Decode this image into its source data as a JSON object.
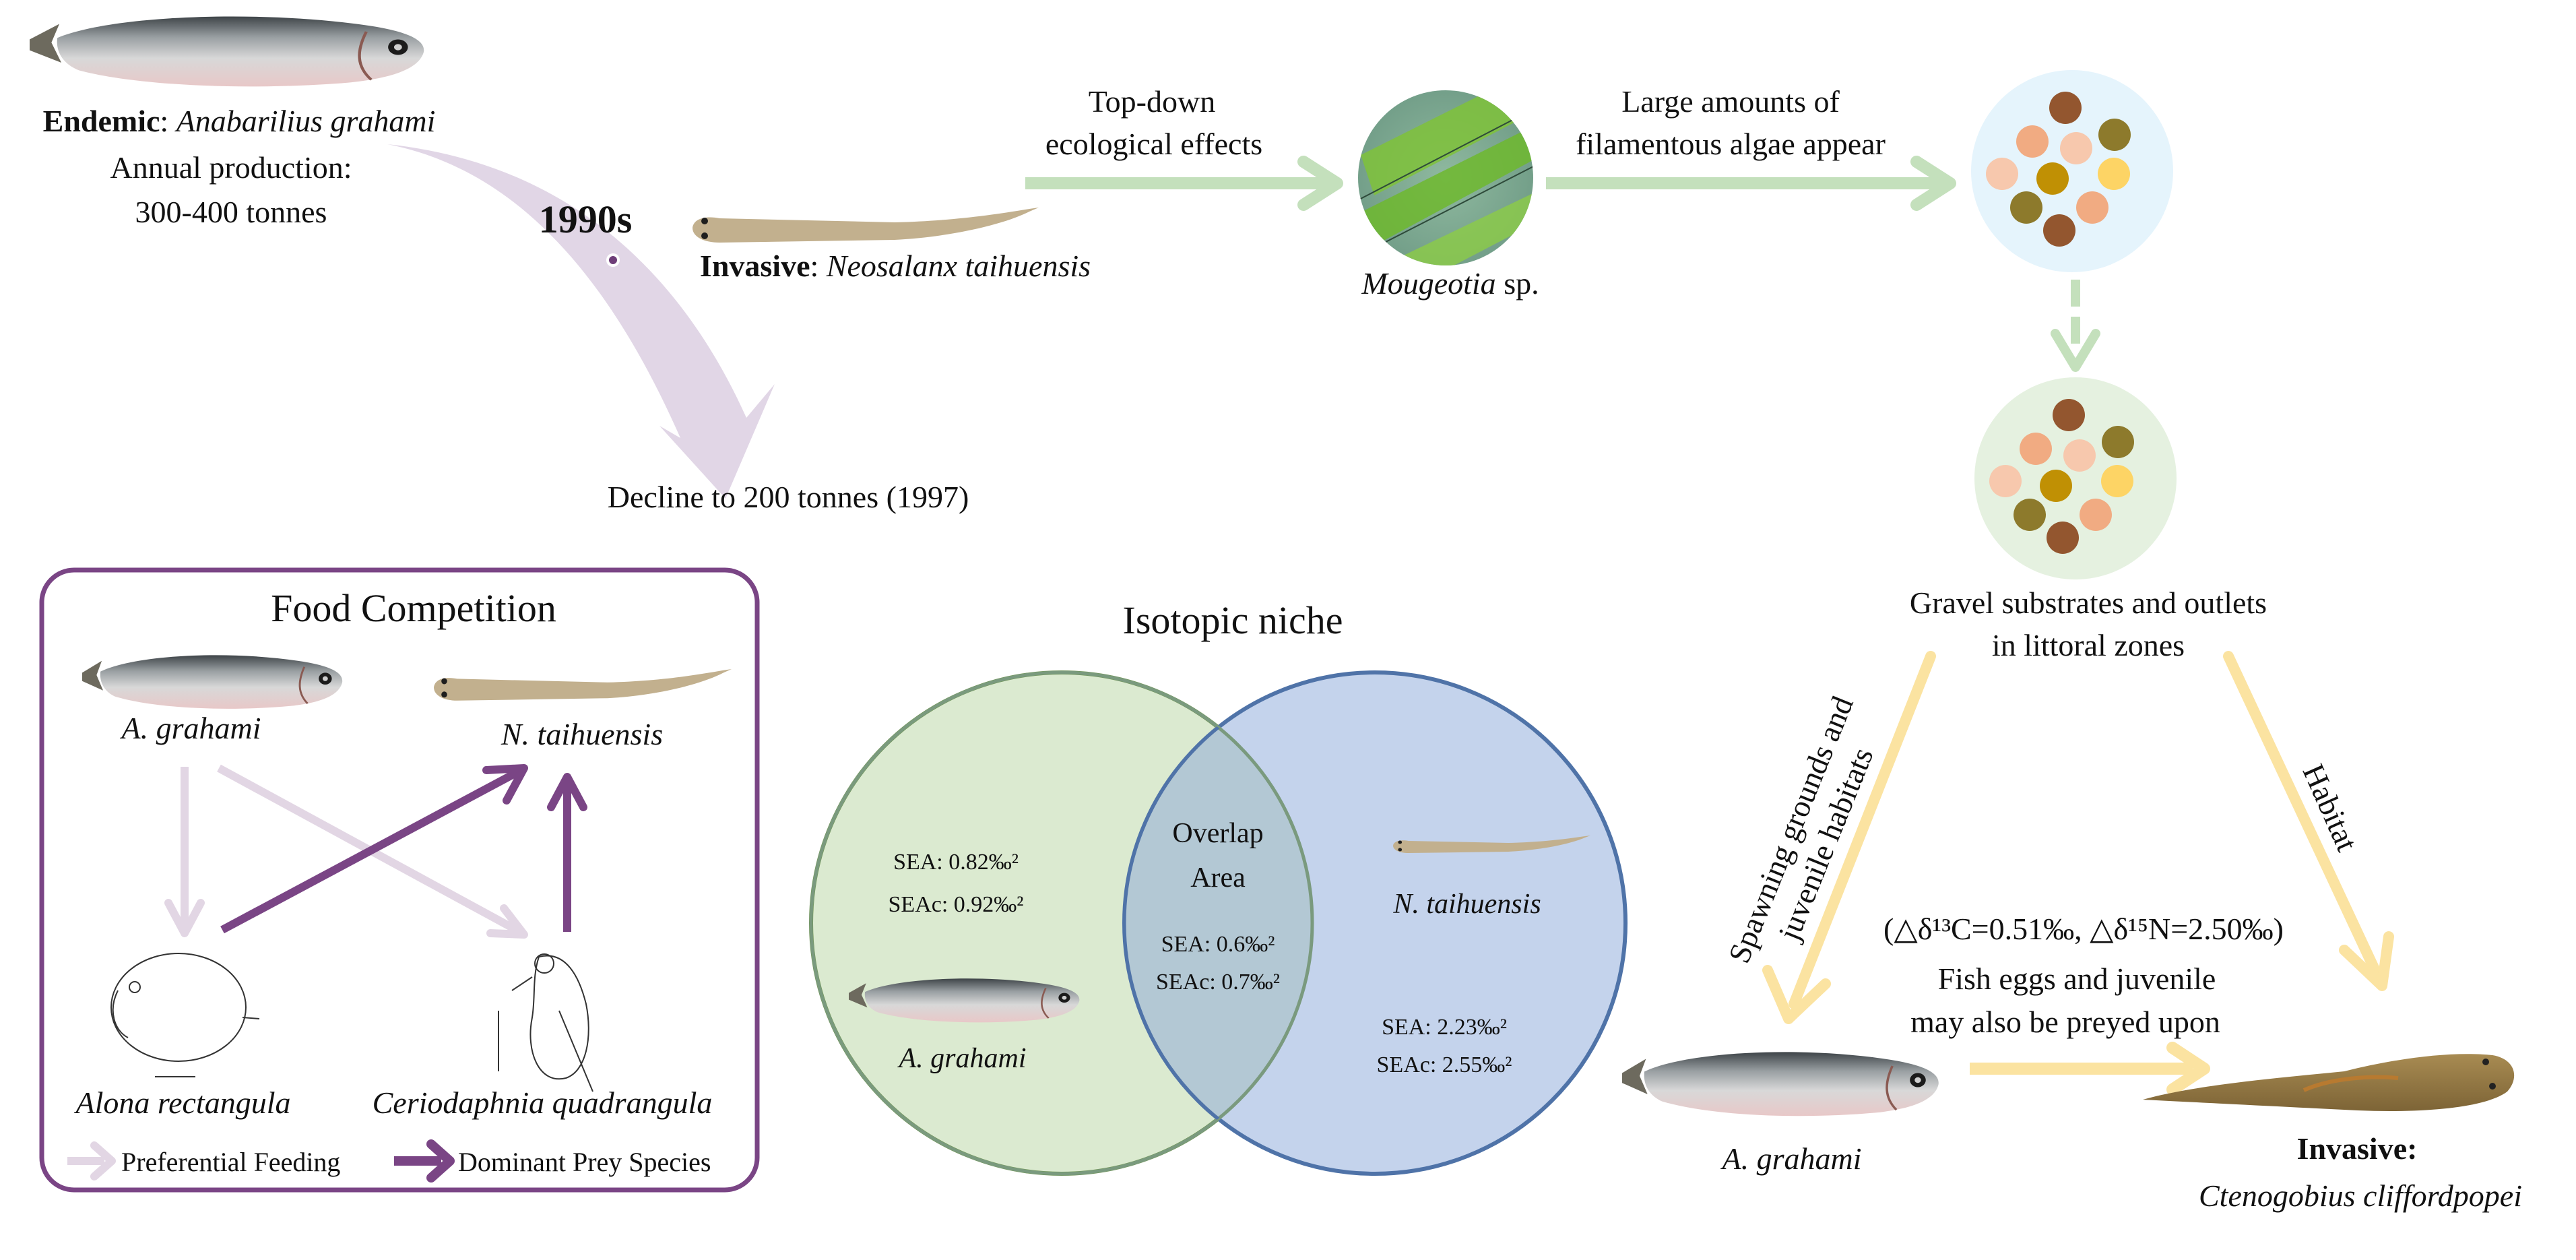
{
  "colors": {
    "green_arrow": "#c4e0bc",
    "timeline_arrow": "#e1d6e6",
    "purple": "#7a4585",
    "light_purple_arrow": "#e2d6e4",
    "yellow_arrow": "#fbe3a1",
    "venn_green_fill": "#dbead0",
    "venn_green_stroke": "#6f9450",
    "venn_blue_fill": "#c4d3ec",
    "venn_blue_stroke": "#4f73a8",
    "venn_overlap_fill": "#b3c8d4",
    "pebble_circle_blue": "#e5f4fc",
    "pebble_circle_green": "#e5f1e0"
  },
  "timeline": {
    "endemic_label": "Endemic",
    "endemic_species": "Anabarilius grahami",
    "annual_production_label": "Annual production:",
    "annual_production_value": "300-400 tonnes",
    "year": "1990s",
    "invasive_label": "Invasive",
    "invasive_species": "Neosalanx taihuensis",
    "decline": "Decline to 200 tonnes (1997)"
  },
  "cascade": {
    "step1_line1": "Top-down",
    "step1_line2": "ecological effects",
    "algae_genus": "Mougeotia",
    "algae_suffix": " sp.",
    "step2_line1": "Large amounts of",
    "step2_line2": "filamentous algae appear",
    "habitat_line1": "Gravel substrates and outlets",
    "habitat_line2": "in littoral zones"
  },
  "habitat_triangle": {
    "left_arrow_line1": "Spawning grounds and",
    "left_arrow_line2": "juvenile habitats",
    "right_arrow_label": "Habitat",
    "delta_text": "(△δ¹³C=0.51‰, △δ¹⁵N=2.50‰)",
    "predation_line1": "Fish eggs and juvenile",
    "predation_line2": "may also be preyed upon",
    "native_species": "A. grahami",
    "invasive_label": "Invasive:",
    "invasive_species": "Ctenogobius cliffordpopei"
  },
  "food_competition": {
    "title": "Food Competition",
    "predator_1": "A. grahami",
    "predator_2": "N. taihuensis",
    "prey_1": "Alona rectangula",
    "prey_2": "Ceriodaphnia quadrangula",
    "legend": [
      {
        "label": "Preferential Feeding",
        "style": "light"
      },
      {
        "label": "Dominant Prey Species",
        "style": "dark"
      }
    ]
  },
  "isotopic_niche": {
    "title": "Isotopic niche",
    "a_grahami": {
      "species": "A. grahami",
      "sea": "SEA: 0.82‰²",
      "seac": "SEAc: 0.92‰²"
    },
    "overlap": {
      "label_line1": "Overlap",
      "label_line2": "Area",
      "sea": "SEA: 0.6‰²",
      "seac": "SEAc: 0.7‰²"
    },
    "n_taihuensis": {
      "species": "N. taihuensis",
      "sea": "SEA: 2.23‰²",
      "seac": "SEAc: 2.55‰²"
    }
  },
  "pebble_colors": [
    "#93562f",
    "#f1ab82",
    "#f7c8ad",
    "#8d7a2c",
    "#f7c8ad",
    "#c09004",
    "#fdd465",
    "#8d7a2c",
    "#f1ab82",
    "#93562f"
  ]
}
